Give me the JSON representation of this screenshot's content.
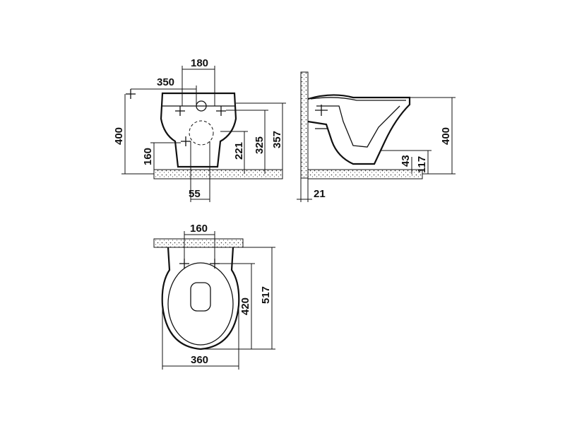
{
  "views": {
    "front": {
      "dim_top_width": "180",
      "dim_fixing": "350",
      "dim_height_left": "400",
      "dim_outlet_left": "160",
      "dim_221": "221",
      "dim_325": "325",
      "dim_357": "357",
      "dim_bottom": "55"
    },
    "side": {
      "dim_height": "400",
      "dim_117": "117",
      "dim_43": "43",
      "dim_wall": "21"
    },
    "top": {
      "dim_bolts": "160",
      "dim_length": "517",
      "dim_inner": "420",
      "dim_width": "360"
    }
  }
}
